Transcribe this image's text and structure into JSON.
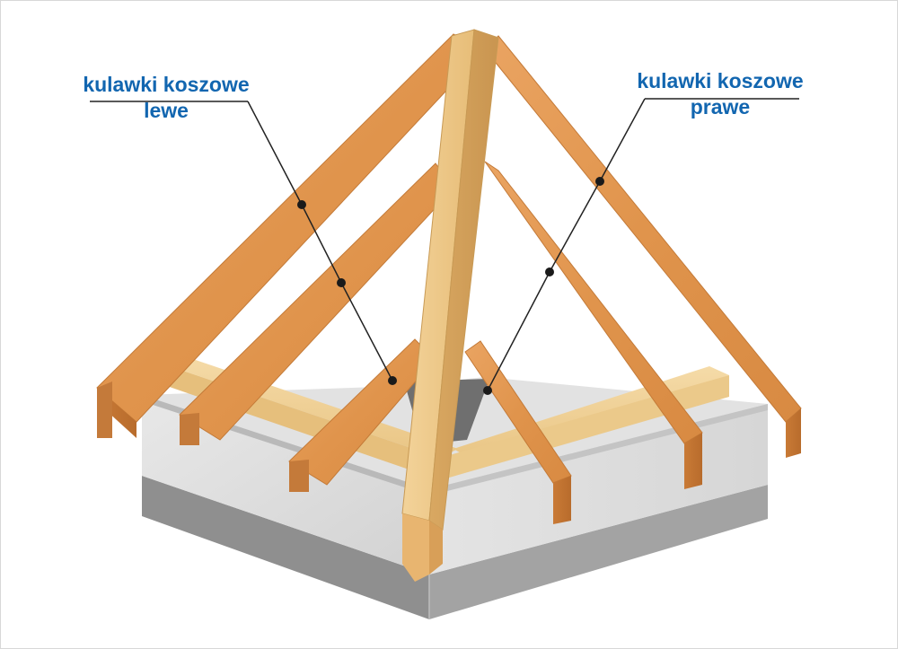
{
  "labels": {
    "left": {
      "line1": "kulawki koszowe",
      "line2": "lewe"
    },
    "right": {
      "line1": "kulawki koszowe",
      "line2": "prawe"
    }
  },
  "colors": {
    "label_text": "#1266b0",
    "leader_line": "#222222",
    "timber": "#e39a52",
    "valley_rafter": "#f0c98a",
    "wall_plate": "#f2d39b",
    "concrete": "#dcdcdc",
    "foundation": "#8d8d8d"
  }
}
